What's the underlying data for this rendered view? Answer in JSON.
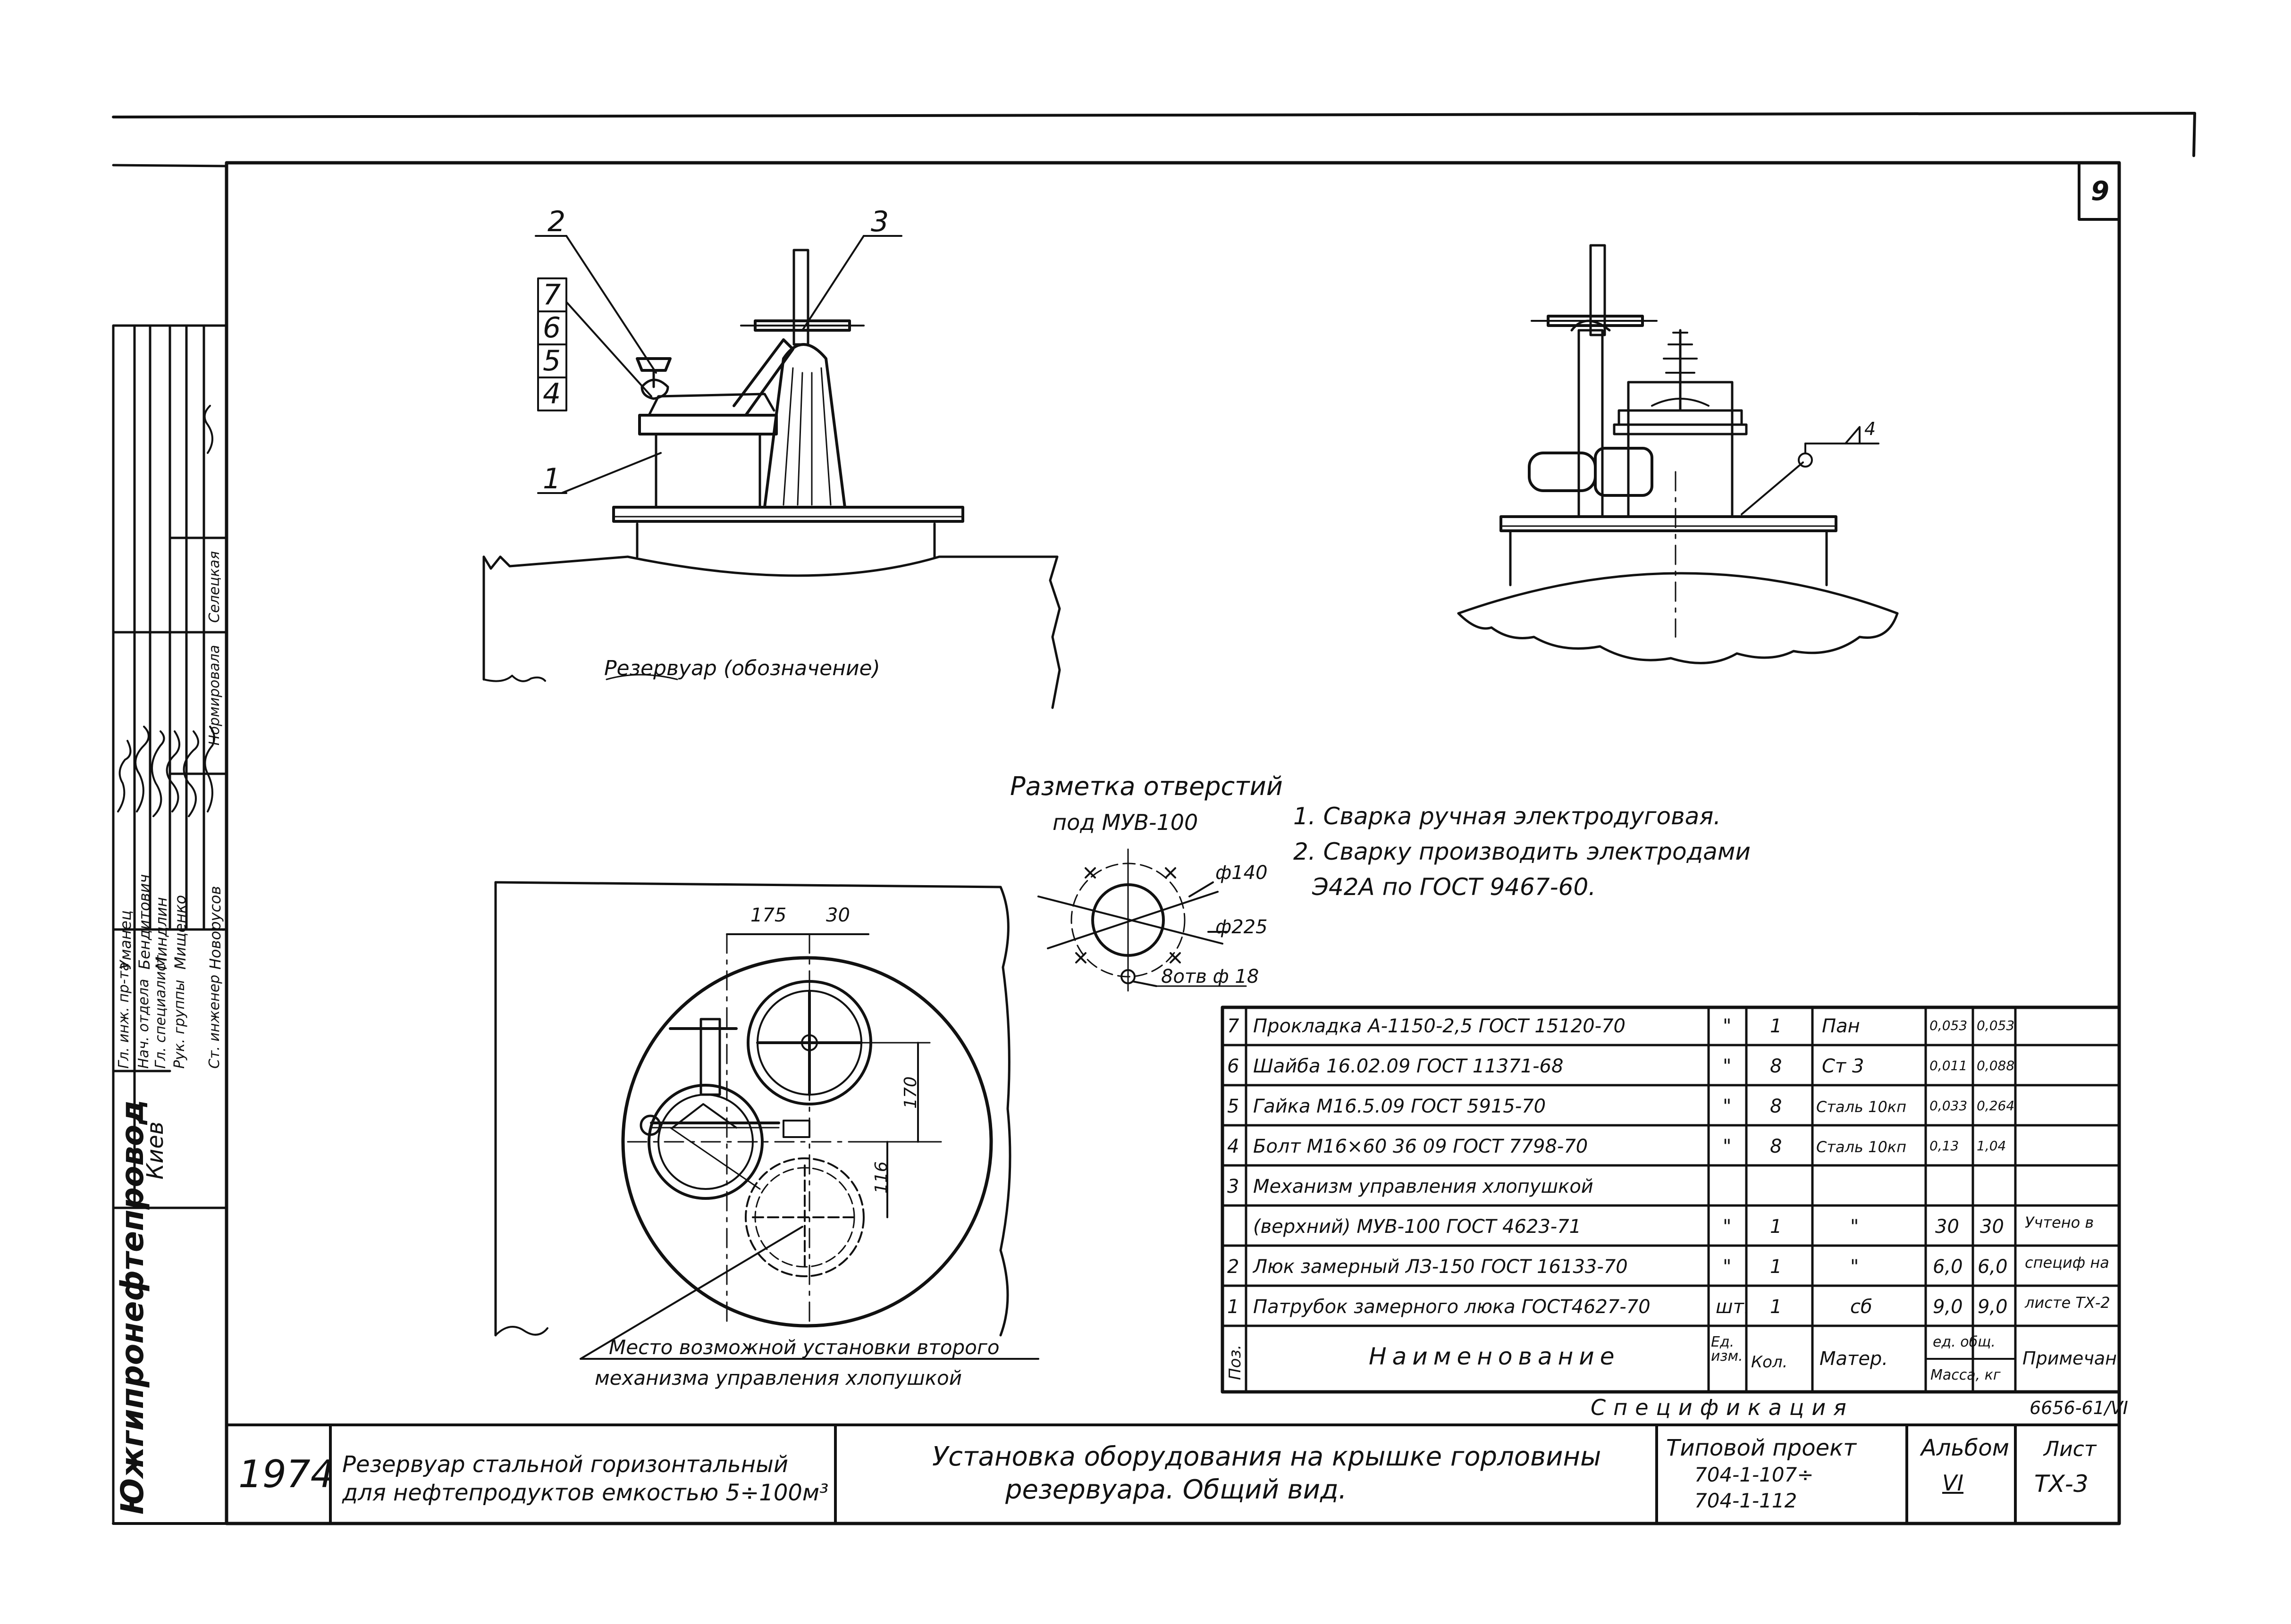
{
  "sheet_number": "9",
  "views": {
    "labels": [
      "2",
      "3",
      "7",
      "6",
      "5",
      "4",
      "1"
    ],
    "reservoir_caption": "Резервуар (обозначение)",
    "weld_symbol": "4"
  },
  "marking": {
    "title": "Разметка отверстий",
    "subtitle": "под МУВ-100",
    "d140": "ф140",
    "d225": "ф225",
    "holes": "8отв ф 18"
  },
  "notes": [
    "1. Сварка ручная электродуговая.",
    "2. Сварку производить электродами",
    "Э42А по ГОСТ 9467-60."
  ],
  "plan": {
    "dim_175": "175",
    "dim_30": "30",
    "dim_170": "170",
    "dim_116": "116",
    "caption_line1": "Место возможной установки второго",
    "caption_line2": "механизма управления хлопушкой"
  },
  "spec": {
    "rows": [
      {
        "pos": "7",
        "name": "Прокладка А-1150-2,5 ГОСТ 15120-70",
        "unit": "\"",
        "qty": "1",
        "mat": "Пан",
        "m1": "0,053",
        "m2": "0,053",
        "note": ""
      },
      {
        "pos": "6",
        "name": "Шайба 16.02.09 ГОСТ 11371-68",
        "unit": "\"",
        "qty": "8",
        "mat": "Ст 3",
        "m1": "0,011",
        "m2": "0,088",
        "note": ""
      },
      {
        "pos": "5",
        "name": "Гайка М16.5.09 ГОСТ 5915-70",
        "unit": "\"",
        "qty": "8",
        "mat": "Сталь 10кп",
        "m1": "0,033",
        "m2": "0,264",
        "note": ""
      },
      {
        "pos": "4",
        "name": "Болт М16×60 36 09 ГОСТ 7798-70",
        "unit": "\"",
        "qty": "8",
        "mat": "Сталь 10кп",
        "m1": "0,13",
        "m2": "1,04",
        "note": ""
      },
      {
        "pos": "3",
        "name": "Механизм управления хлопушкой",
        "unit": "",
        "qty": "",
        "mat": "",
        "m1": "",
        "m2": "",
        "note": ""
      },
      {
        "pos": "",
        "name": "(верхний) МУВ-100 ГОСТ 4623-71",
        "unit": "\"",
        "qty": "1",
        "mat": "\"",
        "m1": "30",
        "m2": "30",
        "note": "Учтено в"
      },
      {
        "pos": "2",
        "name": "Люк замерный ЛЗ-150 ГОСТ 16133-70",
        "unit": "\"",
        "qty": "1",
        "mat": "\"",
        "m1": "6,0",
        "m2": "6,0",
        "note": "специф на"
      },
      {
        "pos": "1",
        "name": "Патрубок замерного люка ГОСТ4627-70",
        "unit": "шт.",
        "qty": "1",
        "mat": "сб",
        "m1": "9,0",
        "m2": "9,0",
        "note": "листе ТХ-2"
      }
    ],
    "header": {
      "pos": "Поз.",
      "name": "Наименование",
      "unit": "Ед. изм.",
      "qty": "Кол.",
      "mat": "Матер.",
      "mass_top": "ед.   общ.",
      "mass_bottom": "Масса, кг",
      "note": "Примечан."
    },
    "caption": "Спецификация",
    "code": "6656-61/VI"
  },
  "titleblock": {
    "org": "Южгипронефтепровод",
    "city": "Киев",
    "year": "1974",
    "object_line1": "Резервуар стальной горизонтальный",
    "object_line2": "для нефтепродуктов емкостью 5÷100м³",
    "title_line1": "Установка оборудования на крышке горловины",
    "title_line2": "резервуара. Общий вид.",
    "project_label": "Типовой проект",
    "project_line1": "704-1-107÷",
    "project_line2": "704-1-112",
    "album_label": "Альбом",
    "album_value": "VI",
    "sheet_label": "Лист",
    "sheet_value": "ТХ-3"
  },
  "staff": [
    {
      "role": "Гл. инж. пр-та",
      "name": "Уманец"
    },
    {
      "role": "Нач. отдела",
      "name": "Бендитович"
    },
    {
      "role": "Гл. специалист",
      "name": "Миндлин"
    },
    {
      "role": "Рук. группы",
      "name": "Мищенко"
    },
    {
      "role": "Ст. инженер",
      "name": "Новорусов"
    }
  ],
  "approvals": [
    {
      "role": "Нормировала",
      "name": "Селецкая"
    }
  ]
}
